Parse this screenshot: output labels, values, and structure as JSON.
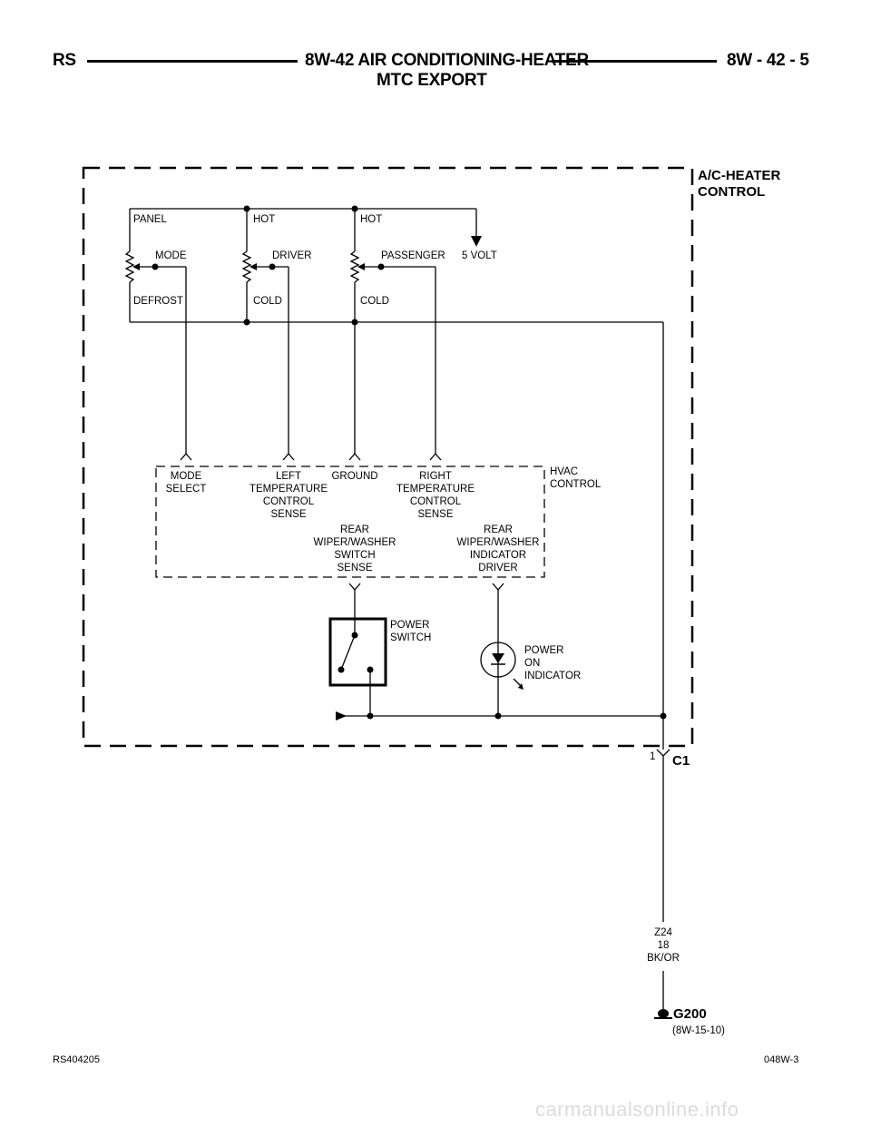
{
  "header": {
    "left": "RS",
    "title": "8W-42 AIR CONDITIONING-HEATER",
    "subtitle": "MTC EXPORT",
    "right": "8W - 42 - 5"
  },
  "module": {
    "name_line1": "A/C-HEATER",
    "name_line2": "CONTROL"
  },
  "pots": {
    "panel": "PANEL",
    "hot1": "HOT",
    "hot2": "HOT",
    "mode": "MODE",
    "driver": "DRIVER",
    "passenger": "PASSENGER",
    "volt": "5 VOLT",
    "defrost": "DEFROST",
    "cold1": "COLD",
    "cold2": "COLD"
  },
  "hvac": {
    "name_line1": "HVAC",
    "name_line2": "CONTROL",
    "mode_select": [
      "MODE",
      "SELECT"
    ],
    "left_temp": [
      "LEFT",
      "TEMPERATURE",
      "CONTROL",
      "SENSE"
    ],
    "ground": "GROUND",
    "right_temp": [
      "RIGHT",
      "TEMPERATURE",
      "CONTROL",
      "SENSE"
    ],
    "rear_sense": [
      "REAR",
      "WIPER/WASHER",
      "SWITCH",
      "SENSE"
    ],
    "rear_driver": [
      "REAR",
      "WIPER/WASHER",
      "INDICATOR",
      "DRIVER"
    ]
  },
  "switch": {
    "label": [
      "POWER",
      "SWITCH"
    ]
  },
  "indicator": {
    "label": [
      "POWER",
      "ON",
      "INDICATOR"
    ]
  },
  "connector": {
    "pin": "1",
    "name": "C1"
  },
  "wire": {
    "circuit": "Z24",
    "gauge": "18",
    "color": "BK/OR"
  },
  "ground": {
    "name": "G200",
    "ref": "(8W-15-10)"
  },
  "footer": {
    "left": "RS404205",
    "right": "048W-3"
  },
  "watermark": "carmanualsonline.info"
}
